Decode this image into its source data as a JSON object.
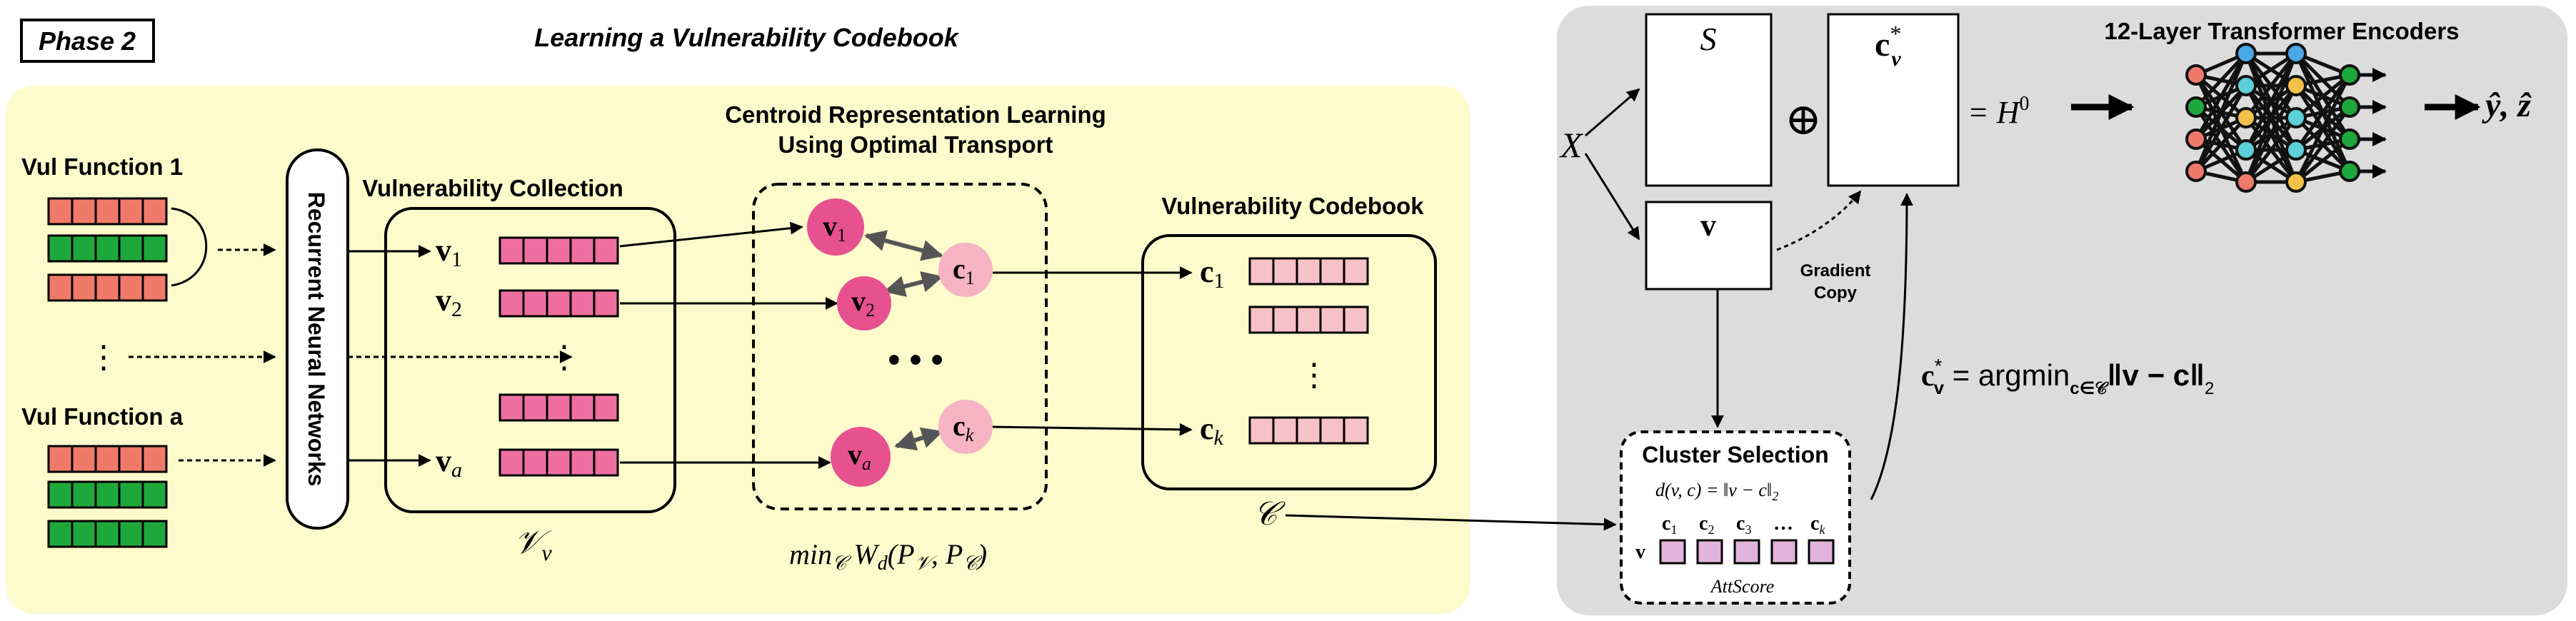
{
  "phase_label": "Phase 2",
  "title": "Learning a Vulnerability Codebook",
  "colors": {
    "yellow_panel": "#fdfacb",
    "gray_panel": "#dcdcdc",
    "red_cell": "#f07a6a",
    "green_cell": "#1ea83c",
    "pink_cell": "#ef6fa0",
    "light_pink_cell": "#f7c1c8",
    "v_node": "#e8518f",
    "c_node": "#f5b3c3",
    "att_cell": "#e2b3dc"
  },
  "left": {
    "vul_function_1": "Vul Function 1",
    "vul_function_a": "Vul Function a",
    "dots": "⋮",
    "rnn_label": "Recurrent Neural Networks",
    "collection_title": "Vulnerability Collection",
    "collection_symbol": "𝒱",
    "collection_symbol_sub": "v",
    "v_labels": [
      {
        "base": "v",
        "sub": "1"
      },
      {
        "base": "v",
        "sub": "2"
      },
      {
        "base": "v",
        "sub": "a"
      }
    ],
    "collection_dots": "⋮"
  },
  "transport": {
    "title_line1": "Centroid Representation Learning",
    "title_line2": "Using Optimal Transport",
    "v_nodes": [
      {
        "base": "v",
        "sub": "1"
      },
      {
        "base": "v",
        "sub": "2"
      },
      {
        "base": "v",
        "sub": "a"
      }
    ],
    "c_nodes": [
      {
        "base": "c",
        "sub": "1"
      },
      {
        "base": "c",
        "sub": "k"
      }
    ],
    "ellipsis": "• • •",
    "objective": "min",
    "objective_sub": "𝒞",
    "objective_rest": "W",
    "objective_rest_sub": "d",
    "objective_args": "(P",
    "objective_arg1_sub": "𝒱",
    "objective_sep": ", P",
    "objective_arg2_sub": "𝒞",
    "objective_close": ")"
  },
  "codebook": {
    "title": "Vulnerability Codebook",
    "symbol": "𝒞",
    "c_labels": [
      {
        "base": "c",
        "sub": "1"
      },
      {
        "base": "c",
        "sub": "k"
      }
    ],
    "dots": "⋮"
  },
  "right": {
    "x_label": "X",
    "s_label": "S",
    "oplus": "⊕",
    "cv_star": "c",
    "cv_star_sub": "v",
    "cv_star_sup": "*",
    "equals_h": "= H",
    "h_sup": "0",
    "v_label": "v",
    "gradient_copy_line1": "Gradient",
    "gradient_copy_line2": "Copy",
    "transformer_title": "12-Layer Transformer Encoders",
    "output_label": "ŷ, ẑ",
    "argmin_lhs": "c",
    "argmin_lhs_sub": "v",
    "argmin_lhs_sup": "*",
    "argmin_eq": " = argmin",
    "argmin_sub": "c∈𝒞",
    "argmin_rhs": "‖v − c‖",
    "argmin_rhs_sub": "2",
    "cluster_title": "Cluster Selection",
    "cluster_formula": "d(v, c) = ‖v − c‖",
    "cluster_formula_sub": "2",
    "cluster_row_label": "v",
    "cluster_headers": [
      {
        "base": "c",
        "sub": "1"
      },
      {
        "base": "c",
        "sub": "2"
      },
      {
        "base": "c",
        "sub": "3"
      },
      {
        "base": "…",
        "sub": ""
      },
      {
        "base": "c",
        "sub": "k"
      }
    ],
    "att_score": "AttScore"
  }
}
